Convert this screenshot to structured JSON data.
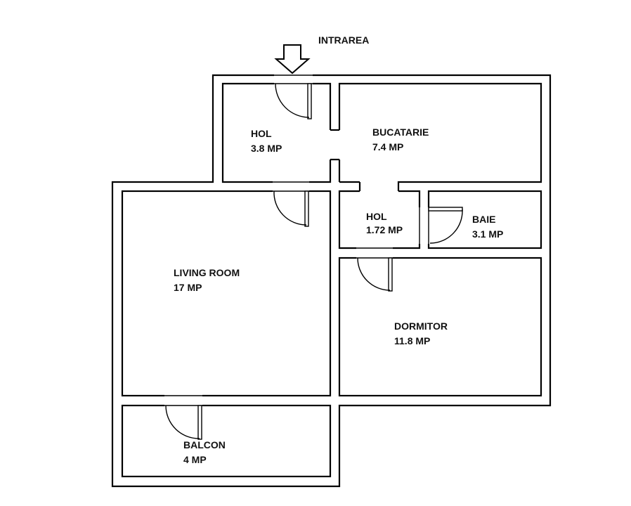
{
  "entrance": {
    "label": "INTRAREA",
    "icon": "down-arrow-icon"
  },
  "rooms": [
    {
      "id": "hol",
      "name": "HOL",
      "area": "3.8 MP"
    },
    {
      "id": "bucatarie",
      "name": "BUCATARIE",
      "area": "7.4 MP"
    },
    {
      "id": "hol2",
      "name": "HOL",
      "area": "1.72 MP"
    },
    {
      "id": "baie",
      "name": "BAIE",
      "area": "3.1 MP"
    },
    {
      "id": "living",
      "name": "LIVING ROOM",
      "area": "17 MP"
    },
    {
      "id": "dormitor",
      "name": "DORMITOR",
      "area": "11.8 MP"
    },
    {
      "id": "balcon",
      "name": "BALCON",
      "area": "4 MP"
    }
  ],
  "colors": {
    "wall": "#000000",
    "background": "#ffffff",
    "text": "#111111"
  }
}
